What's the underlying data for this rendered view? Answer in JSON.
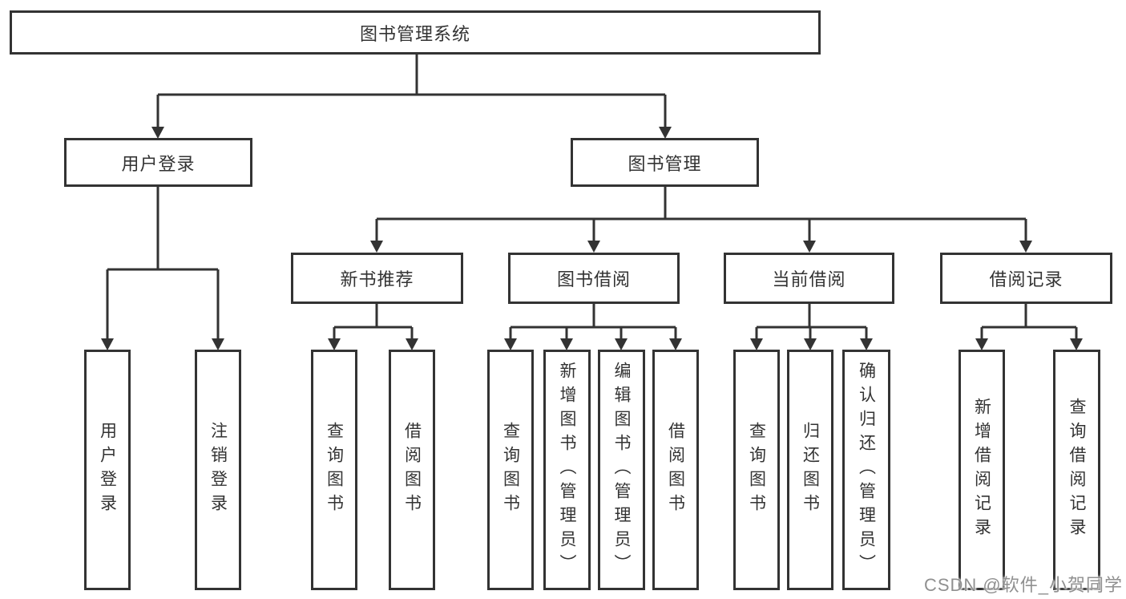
{
  "diagram": {
    "type": "hierarchy-flowchart",
    "title": "图书管理系统",
    "nodes": {
      "root": "图书管理系统",
      "user_login": "用户登录",
      "book_management": "图书管理",
      "new_book_recommend": "新书推荐",
      "book_borrowing": "图书借阅",
      "current_borrowing": "当前借阅",
      "borrowing_records": "借阅记录",
      "leaf_user_login": "用户登录",
      "leaf_logout": "注销登录",
      "leaf_nb_query_books": "查询图书",
      "leaf_nb_borrow_books": "借阅图书",
      "leaf_bb_query_books": "查询图书",
      "leaf_bb_add_books": "新增图书（管理员）",
      "leaf_bb_edit_books": "编辑图书（管理员）",
      "leaf_bb_borrow_books": "借阅图书",
      "leaf_cb_query_books": "查询图书",
      "leaf_cb_return_books": "归还图书",
      "leaf_cb_confirm_return": "确认归还（管理员）",
      "leaf_br_add_record": "新增借阅记录",
      "leaf_br_query_record": "查询借阅记录"
    },
    "edges": [
      [
        "图书管理系统",
        "用户登录"
      ],
      [
        "图书管理系统",
        "图书管理"
      ],
      [
        "用户登录",
        "用户登录(叶)"
      ],
      [
        "用户登录",
        "注销登录"
      ],
      [
        "图书管理",
        "新书推荐"
      ],
      [
        "图书管理",
        "图书借阅"
      ],
      [
        "图书管理",
        "当前借阅"
      ],
      [
        "图书管理",
        "借阅记录"
      ],
      [
        "新书推荐",
        "查询图书"
      ],
      [
        "新书推荐",
        "借阅图书"
      ],
      [
        "图书借阅",
        "查询图书"
      ],
      [
        "图书借阅",
        "新增图书（管理员）"
      ],
      [
        "图书借阅",
        "编辑图书（管理员）"
      ],
      [
        "图书借阅",
        "借阅图书"
      ],
      [
        "当前借阅",
        "查询图书"
      ],
      [
        "当前借阅",
        "归还图书"
      ],
      [
        "当前借阅",
        "确认归还（管理员）"
      ],
      [
        "借阅记录",
        "新增借阅记录"
      ],
      [
        "借阅记录",
        "查询借阅记录"
      ]
    ],
    "colors": {
      "line": "#333333",
      "box_border": "#333333",
      "text": "#333333",
      "background": "#ffffff",
      "watermark_text": "#909090"
    }
  },
  "watermark": "CSDN @软件_小贺同学"
}
